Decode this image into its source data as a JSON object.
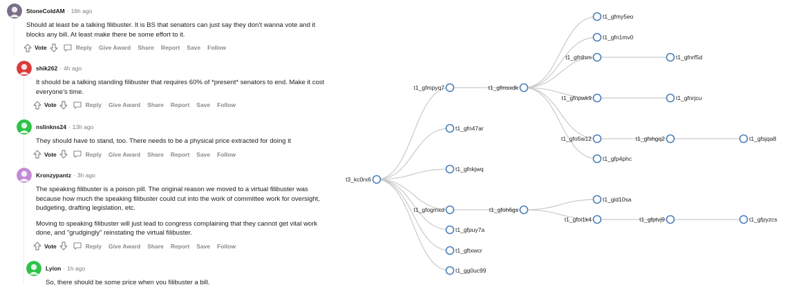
{
  "thread": {
    "actions": {
      "vote": "Vote",
      "reply": "Reply",
      "give_award": "Give Award",
      "share": "Share",
      "report": "Report",
      "save": "Save",
      "follow": "Follow"
    },
    "comments": [
      {
        "author": "StoneColdAM",
        "time": "16h ago",
        "avatar_color": "#7a6f8a",
        "paragraphs": [
          "Should at least be a talking filibuster. It is BS that senators can just say they don’t wanna vote and it blocks any bill. At least make there be some effort to it."
        ]
      },
      {
        "author": "shik262",
        "time": "4h ago",
        "avatar_color": "#d93a3a",
        "paragraphs": [
          "It should be a talking standing filibuster that requires 60% of *present* senators to end. Make it cost everyone’s time."
        ]
      },
      {
        "author": "nslinkns24",
        "time": "13h ago",
        "avatar_color": "#2fc24a",
        "paragraphs": [
          "They should have to stand, too. There needs to be a physical price extracted for doing it"
        ]
      },
      {
        "author": "Kronzypantz",
        "time": "3h ago",
        "avatar_color": "#c48ad6",
        "paragraphs": [
          "The speaking filibuster is a poison pill. The original reason we moved to a virtual filibuster was because how much the speaking filibuster could cut into the work of committee work for oversight, budgeting, drafting legislation, etc.",
          "Moving to speaking filibuster will just lead to congress complaining that they cannot get vital work done, and \"grudgingly\" reinstating the virtual filibuster."
        ]
      },
      {
        "author": "Lyion",
        "time": "1h ago",
        "avatar_color": "#2fc24a",
        "paragraphs": [
          "So, there should be some price when you filibuster a bill."
        ]
      }
    ]
  },
  "graph": {
    "nodes": [
      {
        "id": "t3_kc0rx6"
      },
      {
        "id": "t1_gfmpyq7"
      },
      {
        "id": "t1_gfn47ar"
      },
      {
        "id": "t1_gfnkjwq"
      },
      {
        "id": "t1_gfogmxd"
      },
      {
        "id": "t1_gfpuy7a"
      },
      {
        "id": "t1_gftxwcr"
      },
      {
        "id": "t1_gg0uc99"
      },
      {
        "id": "t1_gfmsxdk"
      },
      {
        "id": "t1_gfoh6gs"
      },
      {
        "id": "t1_gfmy5eo"
      },
      {
        "id": "t1_gfn1mv0"
      },
      {
        "id": "t1_gfnlhrn"
      },
      {
        "id": "t1_gfnpwk9"
      },
      {
        "id": "t1_gfo5w12"
      },
      {
        "id": "t1_gfp4phc"
      },
      {
        "id": "t1_gid10sa"
      },
      {
        "id": "t1_gfoi1k4"
      },
      {
        "id": "t1_gfnrf5d"
      },
      {
        "id": "t1_gfnrjcu"
      },
      {
        "id": "t1_gfshgq2"
      },
      {
        "id": "t1_gfptvj9"
      },
      {
        "id": "t1_gfsjqa8"
      },
      {
        "id": "t1_gfpyzcs"
      }
    ],
    "edges": [
      [
        "t3_kc0rx6",
        "t1_gfmpyq7"
      ],
      [
        "t3_kc0rx6",
        "t1_gfn47ar"
      ],
      [
        "t3_kc0rx6",
        "t1_gfnkjwq"
      ],
      [
        "t3_kc0rx6",
        "t1_gfogmxd"
      ],
      [
        "t3_kc0rx6",
        "t1_gfpuy7a"
      ],
      [
        "t3_kc0rx6",
        "t1_gftxwcr"
      ],
      [
        "t3_kc0rx6",
        "t1_gg0uc99"
      ],
      [
        "t1_gfmpyq7",
        "t1_gfmsxdk"
      ],
      [
        "t1_gfogmxd",
        "t1_gfoh6gs"
      ],
      [
        "t1_gfmsxdk",
        "t1_gfmy5eo"
      ],
      [
        "t1_gfmsxdk",
        "t1_gfn1mv0"
      ],
      [
        "t1_gfmsxdk",
        "t1_gfnlhrn"
      ],
      [
        "t1_gfmsxdk",
        "t1_gfnpwk9"
      ],
      [
        "t1_gfmsxdk",
        "t1_gfo5w12"
      ],
      [
        "t1_gfmsxdk",
        "t1_gfp4phc"
      ],
      [
        "t1_gfoh6gs",
        "t1_gid10sa"
      ],
      [
        "t1_gfoh6gs",
        "t1_gfoi1k4"
      ],
      [
        "t1_gfnlhrn",
        "t1_gfnrf5d"
      ],
      [
        "t1_gfnpwk9",
        "t1_gfnrjcu"
      ],
      [
        "t1_gfo5w12",
        "t1_gfshgq2"
      ],
      [
        "t1_gfoi1k4",
        "t1_gfptvj9"
      ],
      [
        "t1_gfshgq2",
        "t1_gfsjqa8"
      ],
      [
        "t1_gfptvj9",
        "t1_gfpyzcs"
      ]
    ],
    "node_stroke": "#4a7fb8",
    "edge_color": "#c9c9c9"
  }
}
